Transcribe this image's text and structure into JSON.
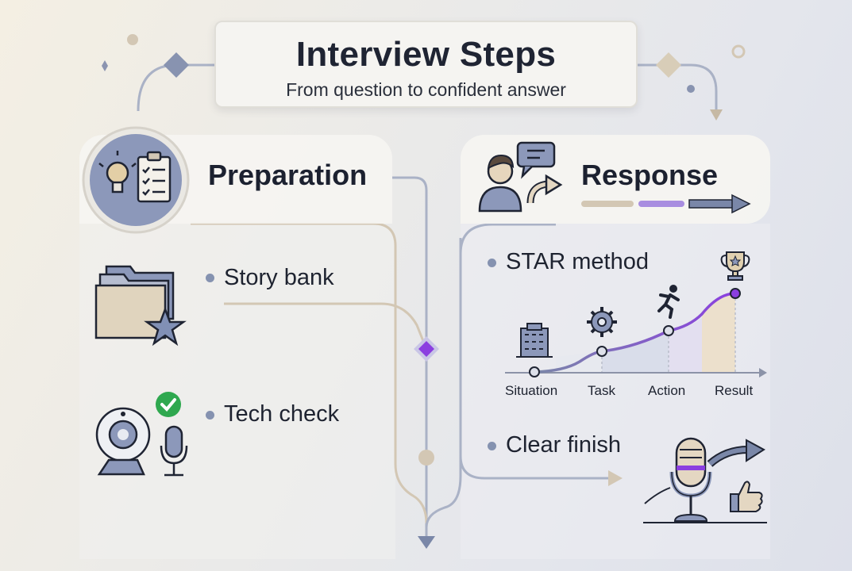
{
  "title": "Interview Steps",
  "subtitle": "From question to confident answer",
  "preparation": {
    "heading": "Preparation",
    "items": [
      {
        "label": "Story bank",
        "icon": "folder-star-icon"
      },
      {
        "label": "Tech check",
        "icon": "webcam-microphone-icon"
      }
    ],
    "header_icon": "lightbulb-clipboard-icon"
  },
  "response": {
    "heading": "Response",
    "header_icon": "person-speech-icon",
    "star": {
      "label": "STAR method",
      "stages": [
        "Situation",
        "Task",
        "Action",
        "Result"
      ]
    },
    "finish": {
      "label": "Clear finish",
      "icon": "microphone-thumbs-up-icon"
    }
  },
  "colors": {
    "accent": "#8b3fe0",
    "line": "#aab2c6",
    "tan": "#d3c7b4",
    "slate": "#7a87a8"
  }
}
